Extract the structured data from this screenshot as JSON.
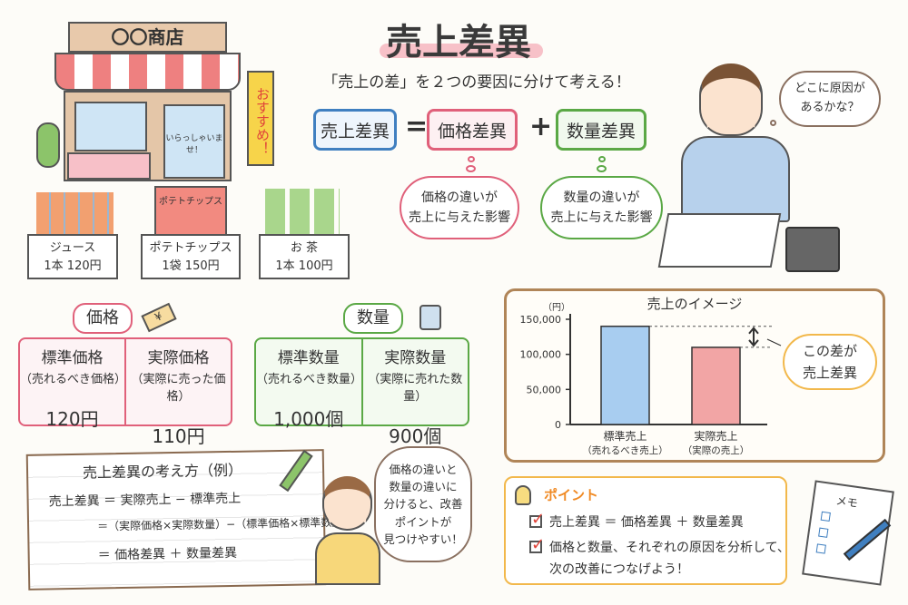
{
  "header": {
    "title": "売上差異",
    "subtitle": "「売上の差」を２つの要因に分けて考える！"
  },
  "formula": {
    "total": "売上差異",
    "equals": "=",
    "price": "価格差異",
    "plus": "+",
    "quantity": "数量差異",
    "price_note": [
      "価格の違いが",
      "売上に与えた影響"
    ],
    "quantity_note": [
      "数量の違いが",
      "売上に与えた影響"
    ]
  },
  "store": {
    "sign": "〇〇商店",
    "door_sign": "いらっしゃいませ！",
    "banner": "おすすめ！"
  },
  "products": [
    {
      "name": "ジュース",
      "price": "1本 120円"
    },
    {
      "name": "ポテトチップス",
      "price": "1袋 150円",
      "package": "ポテトチップス"
    },
    {
      "name": "お 茶",
      "price": "1本 100円"
    }
  ],
  "man_thought": [
    "どこに原因が",
    "あるかな？"
  ],
  "price_table": {
    "label": "価格",
    "tag_icon": "yen-price-tag-icon",
    "tag_symbol": "¥",
    "cells": [
      {
        "head": "標準価格",
        "sub": "（売れるべき価格）",
        "value": "120円"
      },
      {
        "head": "実際価格",
        "sub": "（実際に売った価格）",
        "value": "110円"
      }
    ]
  },
  "quantity_table": {
    "label": "数量",
    "icon": "scale-icon",
    "cells": [
      {
        "head": "標準数量",
        "sub": "（売れるべき数量）",
        "value": "1,000個"
      },
      {
        "head": "実際数量",
        "sub": "（実際に売れた数量）",
        "value": "900個"
      }
    ]
  },
  "chart_data": {
    "type": "bar",
    "title": "売上のイメージ",
    "ylabel": "（円）",
    "ylim": [
      0,
      150000
    ],
    "yticks": [
      "0",
      "50,000",
      "100,000",
      "150,000"
    ],
    "ytick_values": [
      0,
      50000,
      100000,
      150000
    ],
    "categories": [
      [
        "標準売上",
        "（売れるべき売上）"
      ],
      [
        "実際売上",
        "（実際の売上）"
      ]
    ],
    "values": [
      140000,
      110000
    ],
    "colors": [
      "#a8cdf0",
      "#f2a5a5"
    ],
    "grid": false,
    "annotation": [
      "この差が",
      "売上差異"
    ]
  },
  "example": {
    "title": "売上差異の考え方（例）",
    "lines": [
      "売上差異 ＝ 実際売上 − 標準売上",
      "＝（実際価格×実際数量）−（標準価格×標準数量）",
      "＝ 価格差異 ＋ 数量差異"
    ]
  },
  "girl_bubble": [
    "価格の違いと",
    "数量の違いに",
    "分けると、改善",
    "ポイントが",
    "見つけやすい！"
  ],
  "point": {
    "label": "ポイント",
    "items": [
      "売上差異 ＝ 価格差異 ＋ 数量差異",
      "価格と数量、それぞれの原因を分析して、",
      "次の改善につなげよう！"
    ]
  },
  "memo": {
    "label": "メモ"
  },
  "colors": {
    "blue": "#3f7fc0",
    "pink": "#e0607a",
    "green": "#5aa845",
    "orange": "#f08a24",
    "brown": "#b08558"
  }
}
